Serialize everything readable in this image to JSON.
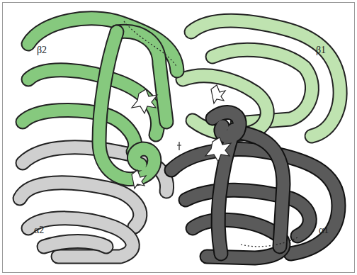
{
  "diagram": {
    "labels": [
      "β2",
      "β1",
      "α2",
      "α1"
    ]
  }
}
